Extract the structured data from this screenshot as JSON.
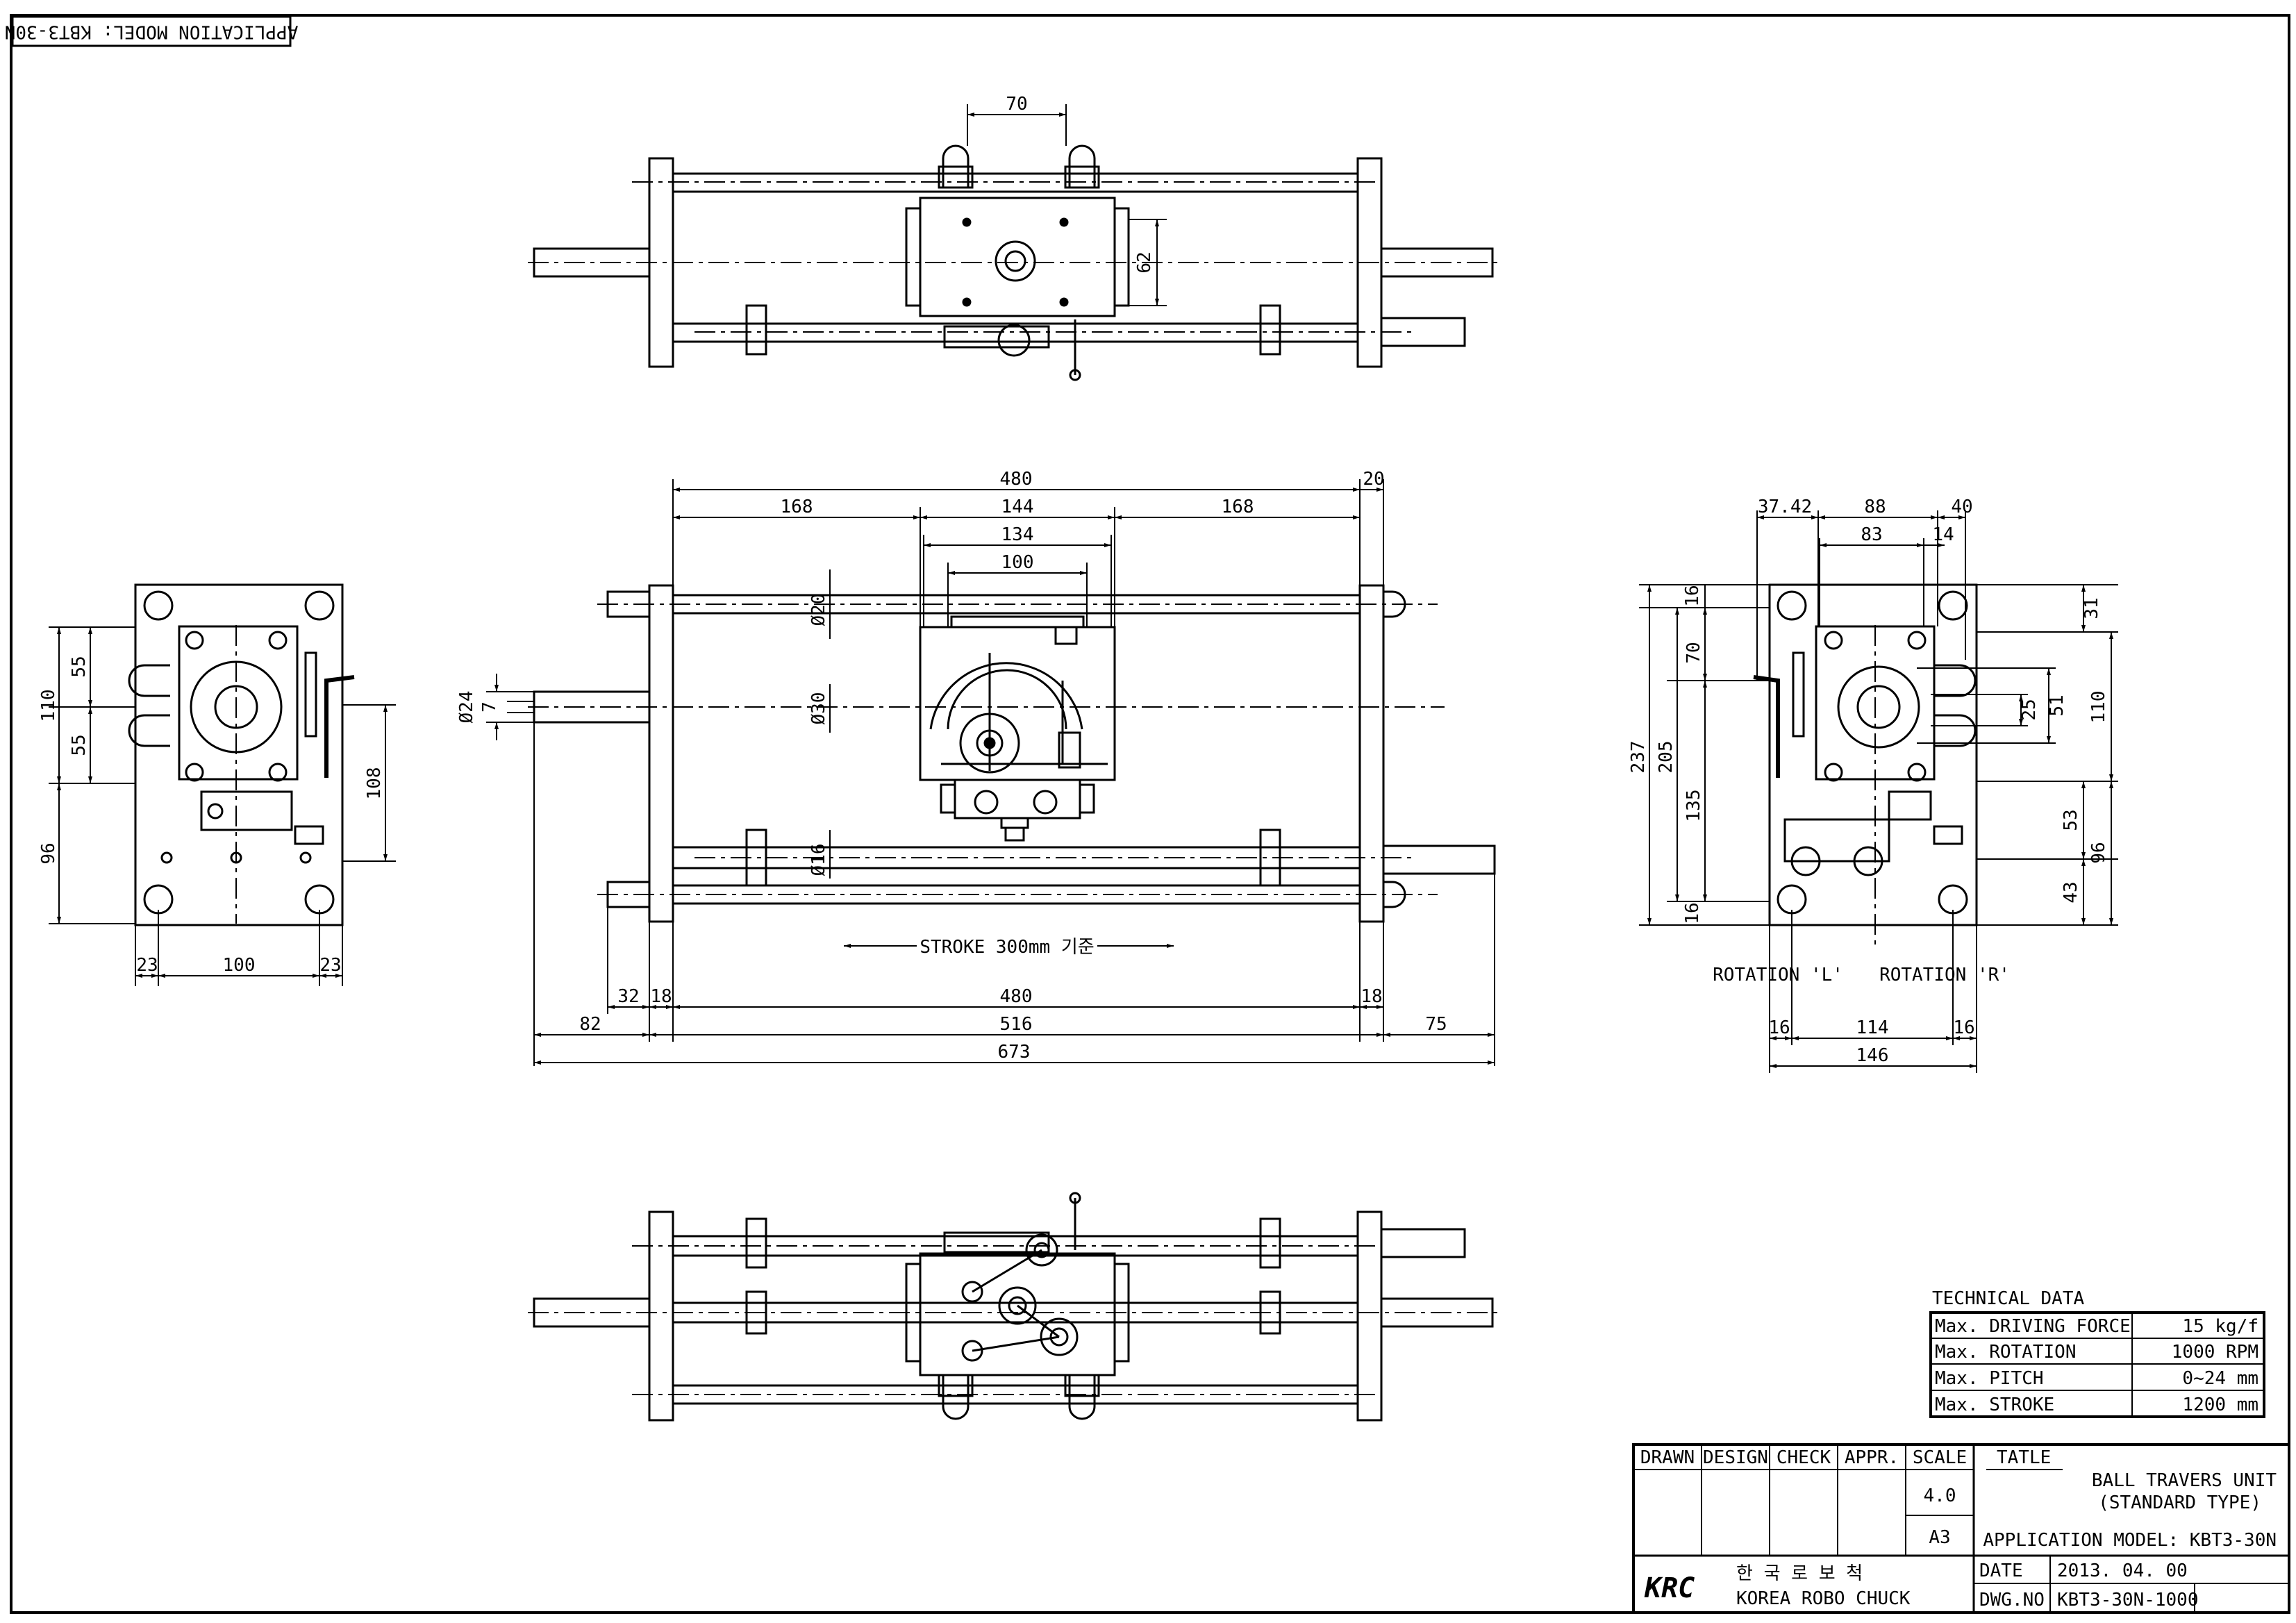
{
  "application_model": "APPLICATION MODEL: KBT3-30N",
  "stroke_label": "STROKE 300mm 기준",
  "rotation_labels": [
    "ROTATION 'L'",
    "ROTATION 'R'"
  ],
  "front_view": {
    "top_dims": {
      "d480": "480",
      "d20": "20",
      "d168a": "168",
      "d144": "144",
      "d168b": "168",
      "d134": "134",
      "d100": "100"
    },
    "diameters": {
      "d20": "Ø20",
      "d30": "Ø30",
      "d16": "Ø16",
      "d24": "Ø24",
      "d7": "7"
    },
    "bottom_dims": {
      "d82": "82",
      "d32": "32",
      "d18a": "18",
      "d480": "480",
      "d18b": "18",
      "d516": "516",
      "d75": "75",
      "d673": "673"
    }
  },
  "top_view": {
    "d70": "70",
    "d62": "62"
  },
  "left_view": {
    "d110": "110",
    "d55a": "55",
    "d55b": "55",
    "d96": "96",
    "d108": "108",
    "d23a": "23",
    "d100": "100",
    "d23b": "23"
  },
  "right_view": {
    "d3742": "37.42",
    "d88": "88",
    "d40": "40",
    "d83": "83",
    "d14": "14",
    "d16a": "16",
    "d70": "70",
    "d237": "237",
    "d205": "205",
    "d135": "135",
    "d16b": "16",
    "d31": "31",
    "d25": "25",
    "d51": "51",
    "d110": "110",
    "d53": "53",
    "d96": "96",
    "d43": "43",
    "d16c": "16",
    "d114": "114",
    "d16d": "16",
    "d146": "146"
  },
  "technical_data": {
    "title": "TECHNICAL DATA",
    "rows": [
      {
        "label": "Max. DRIVING FORCE",
        "value": "15 kg/f"
      },
      {
        "label": "Max. ROTATION",
        "value": "1000 RPM"
      },
      {
        "label": "Max. PITCH",
        "value": "0~24 mm"
      },
      {
        "label": "Max. STROKE",
        "value": "1200 mm"
      }
    ]
  },
  "title_block": {
    "headers": {
      "drawn": "DRAWN",
      "design": "DESIGN",
      "check": "CHECK",
      "appr": "APPR.",
      "scale": "SCALE",
      "tatle": "TATLE"
    },
    "scale_value": "4.0",
    "sheet_size": "A3",
    "title_line1": "BALL TRAVERS UNIT",
    "title_line2": "(STANDARD TYPE)",
    "application_model": "APPLICATION MODEL: KBT3-30N",
    "company_logo": "KRC",
    "company_korean": "한 국 로 보 척",
    "company_english": "KOREA ROBO CHUCK",
    "date_label": "DATE",
    "date_value": "2013. 04. 00",
    "dwg_label": "DWG.NO",
    "dwg_value": "KBT3-30N-1000"
  },
  "colors": {
    "ink": "#000000",
    "paper": "#ffffff"
  }
}
